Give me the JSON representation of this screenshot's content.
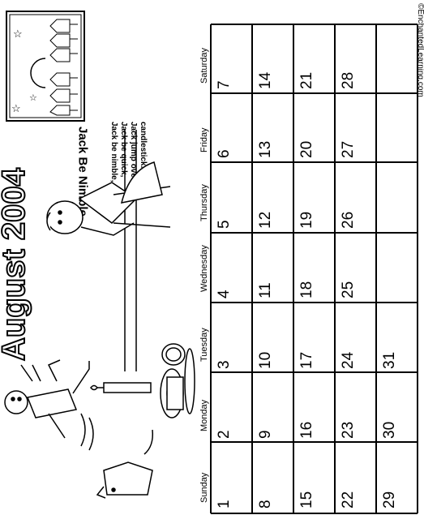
{
  "title": "August 2004",
  "website": "©EnchantedLearning.com",
  "rhyme": {
    "title": "Jack Be Nimble",
    "lines": [
      "Jack be nimble,",
      "Jack be quick,",
      "Jack jump over the",
      "candlestick."
    ]
  },
  "calendar": {
    "weekdays": [
      "Sunday",
      "Monday",
      "Tuesday",
      "Wednesday",
      "Thursday",
      "Friday",
      "Saturday"
    ],
    "weeks": [
      [
        "1",
        "2",
        "3",
        "4",
        "5",
        "6",
        "7"
      ],
      [
        "8",
        "9",
        "10",
        "11",
        "12",
        "13",
        "14"
      ],
      [
        "15",
        "16",
        "17",
        "18",
        "19",
        "20",
        "21"
      ],
      [
        "22",
        "23",
        "24",
        "25",
        "26",
        "27",
        "28"
      ],
      [
        "29",
        "30",
        "31",
        "",
        "",
        "",
        ""
      ]
    ]
  }
}
